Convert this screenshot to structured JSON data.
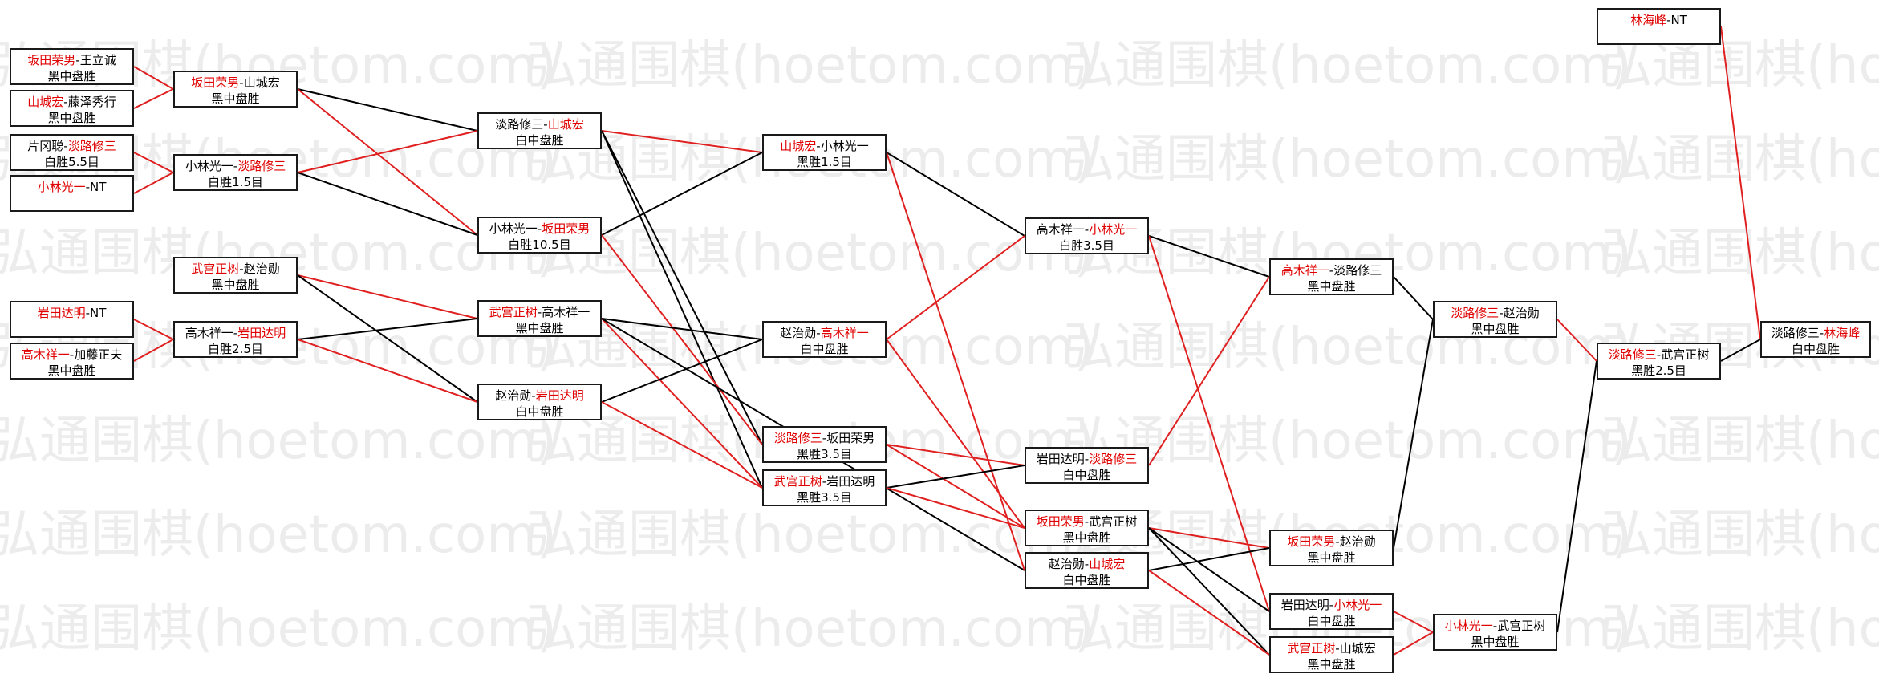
{
  "watermark": "弘通围棋(hoetom.com)",
  "colors": {
    "winner": "#e00000",
    "red_edge": "#e02020",
    "black_edge": "#000000",
    "watermark": "#ececec"
  },
  "matches": [
    {
      "id": "r1a",
      "p1": "坂田荣男",
      "sep": "-",
      "p2": "王立诚",
      "win": 1,
      "result": "黑中盘胜"
    },
    {
      "id": "r1b",
      "p1": "山城宏",
      "sep": "-",
      "p2": "藤泽秀行",
      "win": 1,
      "result": "黑中盘胜"
    },
    {
      "id": "r1c",
      "p1": "片冈聪",
      "sep": "-",
      "p2": "淡路修三",
      "win": 2,
      "result": "白胜5.5目"
    },
    {
      "id": "r1d",
      "p1": "小林光一",
      "sep": "-",
      "p2": "NT",
      "win": 1,
      "result": ""
    },
    {
      "id": "r1e",
      "p1": "岩田达明",
      "sep": "-",
      "p2": "NT",
      "win": 1,
      "result": ""
    },
    {
      "id": "r1f",
      "p1": "高木祥一",
      "sep": "-",
      "p2": "加藤正夫",
      "win": 1,
      "result": "黑中盘胜"
    },
    {
      "id": "r2a",
      "p1": "坂田荣男",
      "sep": "-",
      "p2": "山城宏",
      "win": 1,
      "result": "黑中盘胜"
    },
    {
      "id": "r2b",
      "p1": "小林光一",
      "sep": "-",
      "p2": "淡路修三",
      "win": 2,
      "result": "白胜1.5目"
    },
    {
      "id": "r2c",
      "p1": "武宫正树",
      "sep": "-",
      "p2": "赵治勋",
      "win": 1,
      "result": "黑中盘胜"
    },
    {
      "id": "r2d",
      "p1": "高木祥一",
      "sep": "-",
      "p2": "岩田达明",
      "win": 2,
      "result": "白胜2.5目"
    },
    {
      "id": "r3a",
      "p1": "淡路修三",
      "sep": "-",
      "p2": "山城宏",
      "win": 2,
      "result": "白中盘胜"
    },
    {
      "id": "r3b",
      "p1": "小林光一",
      "sep": "-",
      "p2": "坂田荣男",
      "win": 2,
      "result": "白胜10.5目"
    },
    {
      "id": "r3c",
      "p1": "武宫正树",
      "sep": "-",
      "p2": "高木祥一",
      "win": 1,
      "result": "黑中盘胜"
    },
    {
      "id": "r3d",
      "p1": "赵治勋",
      "sep": "-",
      "p2": "岩田达明",
      "win": 2,
      "result": "白中盘胜"
    },
    {
      "id": "r4a",
      "p1": "山城宏",
      "sep": "-",
      "p2": "小林光一",
      "win": 1,
      "result": "黑胜1.5目"
    },
    {
      "id": "r4b",
      "p1": "赵治勋",
      "sep": "-",
      "p2": "高木祥一",
      "win": 2,
      "result": "白中盘胜"
    },
    {
      "id": "r4c",
      "p1": "淡路修三",
      "sep": "-",
      "p2": "坂田荣男",
      "win": 1,
      "result": "黑胜3.5目"
    },
    {
      "id": "r4d",
      "p1": "武宫正树",
      "sep": "-",
      "p2": "岩田达明",
      "win": 1,
      "result": "黑胜3.5目"
    },
    {
      "id": "r5a",
      "p1": "高木祥一",
      "sep": "-",
      "p2": "小林光一",
      "win": 2,
      "result": "白胜3.5目"
    },
    {
      "id": "r5b",
      "p1": "岩田达明",
      "sep": "-",
      "p2": "淡路修三",
      "win": 2,
      "result": "白中盘胜"
    },
    {
      "id": "r5c",
      "p1": "坂田荣男",
      "sep": "-",
      "p2": "武宫正树",
      "win": 1,
      "result": "黑中盘胜"
    },
    {
      "id": "r5d",
      "p1": "赵治勋",
      "sep": "-",
      "p2": "山城宏",
      "win": 2,
      "result": "白中盘胜"
    },
    {
      "id": "r6a",
      "p1": "高木祥一",
      "sep": "-",
      "p2": "淡路修三",
      "win": 1,
      "result": "黑中盘胜"
    },
    {
      "id": "r6b",
      "p1": "坂田荣男",
      "sep": "-",
      "p2": "赵治勋",
      "win": 1,
      "result": "黑中盘胜"
    },
    {
      "id": "r6c",
      "p1": "岩田达明",
      "sep": "-",
      "p2": "小林光一",
      "win": 2,
      "result": "白中盘胜"
    },
    {
      "id": "r6d",
      "p1": "武宫正树",
      "sep": "-",
      "p2": "山城宏",
      "win": 1,
      "result": "黑中盘胜"
    },
    {
      "id": "r7a",
      "p1": "淡路修三",
      "sep": "-",
      "p2": "赵治勋",
      "win": 1,
      "result": "黑中盘胜"
    },
    {
      "id": "r7b",
      "p1": "小林光一",
      "sep": "-",
      "p2": "武宫正树",
      "win": 1,
      "result": "黑中盘胜"
    },
    {
      "id": "r8a",
      "p1": "淡路修三",
      "sep": "-",
      "p2": "武宫正树",
      "win": 1,
      "result": "黑胜2.5目"
    },
    {
      "id": "r8b",
      "p1": "林海峰",
      "sep": "-",
      "p2": "NT",
      "win": 1,
      "result": ""
    },
    {
      "id": "r9a",
      "p1": "淡路修三",
      "sep": "-",
      "p2": "林海峰",
      "win": 2,
      "result": "白中盘胜"
    }
  ],
  "edges": [
    {
      "from": "r1a",
      "to": "r2a",
      "color": "red"
    },
    {
      "from": "r1b",
      "to": "r2a",
      "color": "red"
    },
    {
      "from": "r1c",
      "to": "r2b",
      "color": "red"
    },
    {
      "from": "r1d",
      "to": "r2b",
      "color": "red"
    },
    {
      "from": "r1e",
      "to": "r2d",
      "color": "red"
    },
    {
      "from": "r1f",
      "to": "r2d",
      "color": "red"
    },
    {
      "from": "r2a",
      "to": "r3a",
      "color": "black"
    },
    {
      "from": "r2a",
      "to": "r3b",
      "color": "red"
    },
    {
      "from": "r2b",
      "to": "r3a",
      "color": "red"
    },
    {
      "from": "r2b",
      "to": "r3b",
      "color": "black"
    },
    {
      "from": "r2c",
      "to": "r3c",
      "color": "red"
    },
    {
      "from": "r2c",
      "to": "r3d",
      "color": "black"
    },
    {
      "from": "r2d",
      "to": "r3c",
      "color": "black"
    },
    {
      "from": "r2d",
      "to": "r3d",
      "color": "red"
    },
    {
      "from": "r3a",
      "to": "r4a",
      "color": "red"
    },
    {
      "from": "r3a",
      "to": "r4c",
      "color": "black"
    },
    {
      "from": "r3a",
      "to": "r4d",
      "color": "black"
    },
    {
      "from": "r3b",
      "to": "r4a",
      "color": "black"
    },
    {
      "from": "r3b",
      "to": "r4c",
      "color": "red"
    },
    {
      "from": "r3c",
      "to": "r4b",
      "color": "black"
    },
    {
      "from": "r3c",
      "to": "r4d",
      "color": "red"
    },
    {
      "from": "r3c",
      "to": "r5d",
      "color": "black"
    },
    {
      "from": "r3d",
      "to": "r4b",
      "color": "black"
    },
    {
      "from": "r3d",
      "to": "r4d",
      "color": "red"
    },
    {
      "from": "r4a",
      "to": "r5a",
      "color": "black"
    },
    {
      "from": "r4a",
      "to": "r5d",
      "color": "red"
    },
    {
      "from": "r4b",
      "to": "r5a",
      "color": "red"
    },
    {
      "from": "r4b",
      "to": "r5c",
      "color": "red"
    },
    {
      "from": "r4c",
      "to": "r5b",
      "color": "red"
    },
    {
      "from": "r4c",
      "to": "r5c",
      "color": "red"
    },
    {
      "from": "r4d",
      "to": "r5b",
      "color": "black"
    },
    {
      "from": "r4d",
      "to": "r5c",
      "color": "red"
    },
    {
      "from": "r5a",
      "to": "r6a",
      "color": "black"
    },
    {
      "from": "r5a",
      "to": "r6c",
      "color": "red"
    },
    {
      "from": "r5b",
      "to": "r6a",
      "color": "red"
    },
    {
      "from": "r5c",
      "to": "r6b",
      "color": "red"
    },
    {
      "from": "r5c",
      "to": "r6c",
      "color": "black"
    },
    {
      "from": "r5c",
      "to": "r6d",
      "color": "black"
    },
    {
      "from": "r5d",
      "to": "r6b",
      "color": "black"
    },
    {
      "from": "r5d",
      "to": "r6d",
      "color": "red"
    },
    {
      "from": "r6a",
      "to": "r7a",
      "color": "black"
    },
    {
      "from": "r6b",
      "to": "r7a",
      "color": "black"
    },
    {
      "from": "r6c",
      "to": "r7b",
      "color": "red"
    },
    {
      "from": "r6d",
      "to": "r7b",
      "color": "red"
    },
    {
      "from": "r7a",
      "to": "r8a",
      "color": "red"
    },
    {
      "from": "r7b",
      "to": "r8a",
      "color": "black"
    },
    {
      "from": "r8a",
      "to": "r9a",
      "color": "black"
    },
    {
      "from": "r8b",
      "to": "r9a",
      "color": "red"
    }
  ]
}
